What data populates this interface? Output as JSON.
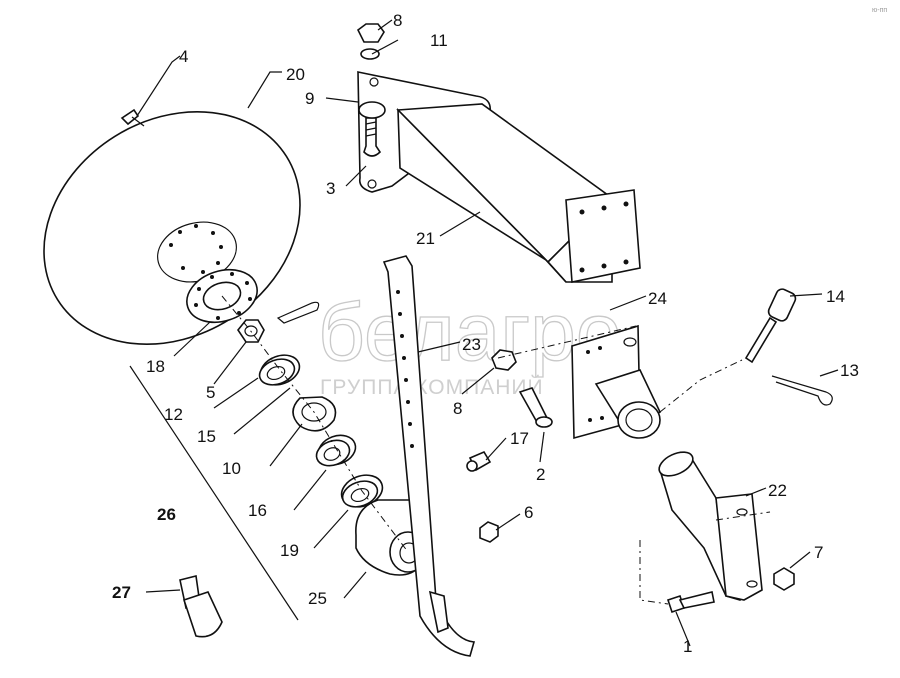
{
  "watermark": {
    "brand": "белагро",
    "tagline": "ГРУППА КОМПАНИЙ"
  },
  "corner_code": "ю-пп",
  "callouts": [
    {
      "id": "c1",
      "label": "1"
    },
    {
      "id": "c2",
      "label": "2"
    },
    {
      "id": "c3",
      "label": "3"
    },
    {
      "id": "c4",
      "label": "4"
    },
    {
      "id": "c5",
      "label": "5"
    },
    {
      "id": "c6",
      "label": "6"
    },
    {
      "id": "c7",
      "label": "7"
    },
    {
      "id": "c8a",
      "label": "8"
    },
    {
      "id": "c8b",
      "label": "8"
    },
    {
      "id": "c9",
      "label": "9"
    },
    {
      "id": "c10",
      "label": "10"
    },
    {
      "id": "c11",
      "label": "11"
    },
    {
      "id": "c12",
      "label": "12"
    },
    {
      "id": "c13",
      "label": "13"
    },
    {
      "id": "c14",
      "label": "14"
    },
    {
      "id": "c15",
      "label": "15"
    },
    {
      "id": "c16",
      "label": "16"
    },
    {
      "id": "c17",
      "label": "17"
    },
    {
      "id": "c18",
      "label": "18"
    },
    {
      "id": "c19",
      "label": "19"
    },
    {
      "id": "c20",
      "label": "20"
    },
    {
      "id": "c21",
      "label": "21"
    },
    {
      "id": "c22",
      "label": "22"
    },
    {
      "id": "c23",
      "label": "23"
    },
    {
      "id": "c24",
      "label": "24"
    },
    {
      "id": "c25",
      "label": "25"
    },
    {
      "id": "c26",
      "label": "26",
      "bold": true
    },
    {
      "id": "c27",
      "label": "27",
      "bold": true
    }
  ]
}
